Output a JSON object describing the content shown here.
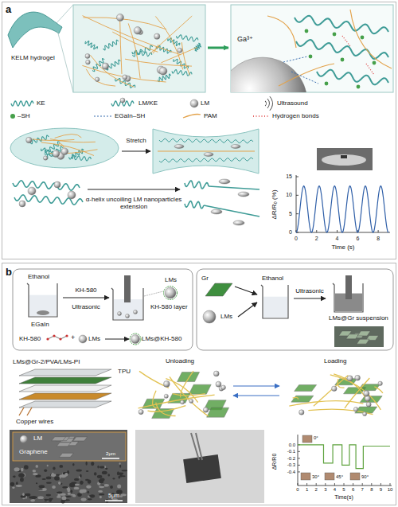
{
  "diagram": {
    "nodes": [
      {
        "text": [
          "a"
        ]
      },
      {
        "text": [
          "b"
        ]
      },
      {
        "text": [
          "Ethanol",
          "EGaIn"
        ],
        "in": 1
      },
      {
        "text": [
          "LMs",
          "KH-580 layer"
        ],
        "in": 1
      },
      {
        "text": [
          "Gr"
        ],
        "in": 1
      },
      {
        "text": [
          "LMs"
        ],
        "in": 1
      },
      {
        "text": [
          "Ethanol"
        ],
        "in": 1
      },
      {
        "text": [
          "LMs@Gr suspension"
        ],
        "in": 1
      },
      {
        "text": [
          "Unloading"
        ],
        "in": 1
      },
      {
        "text": [
          "Loading"
        ],
        "in": 1
      }
    ],
    "edges": [
      {
        "from": 2,
        "to": 3,
        "label": "KH-580",
        "arrow": "to"
      },
      {
        "from": 4,
        "to": 6,
        "arrow": "to"
      },
      {
        "from": 5,
        "to": 6,
        "arrow": "to"
      },
      {
        "from": 6,
        "to": 7,
        "label": "Ultrasonic",
        "arrow": "to"
      },
      {
        "from": 8,
        "to": 9,
        "arrow": "to"
      },
      {
        "from": 9,
        "to": 8,
        "arrow": "to"
      }
    ],
    "labels": [
      "KELM hydrogel",
      "Ga³⁺",
      "Stretch",
      "α-helix uncoiling LM nanoparticles extension",
      "ΔR/R₀ (%)",
      "0",
      "5",
      "10",
      "15",
      "0",
      "2",
      "4",
      "6",
      "8",
      "Time (s)",
      "Ultrasonic",
      "KH-580",
      "+",
      "LMs",
      "LMs@KH-580",
      "LMs@Gr-2/PVA/LMs-PI",
      "TPU",
      "Copper wires",
      "LM",
      "Graphene",
      "2μm",
      "5μm",
      "0°",
      "30°",
      "45°",
      "90°",
      "ΔR/R0",
      "Time(s)",
      "0.0",
      "-0.1",
      "-0.2",
      "-0.3",
      "-0.4",
      "0",
      "1",
      "2",
      "3",
      "4",
      "5",
      "6",
      "7",
      "8",
      "9",
      "10"
    ],
    "legend": [
      {
        "text": "KE"
      },
      {
        "text": "LM/KE"
      },
      {
        "text": "LM"
      },
      {
        "text": "Ultrasound"
      },
      {
        "text": "–SH"
      },
      {
        "text": "EGaIn–SH"
      },
      {
        "text": "PAM"
      },
      {
        "text": "Hydrogen bonds"
      }
    ]
  }
}
